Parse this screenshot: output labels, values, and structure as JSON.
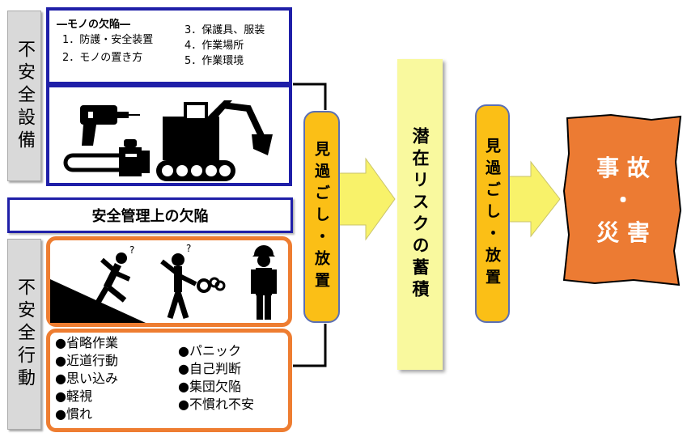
{
  "unsafe_equipment": {
    "label": "不安全設備"
  },
  "object_defects": {
    "title": "―モノの欠陥―",
    "items": [
      "1．防護・安全装置",
      "2．モノの置き方",
      "3．保護具、服装",
      "4．作業場所",
      "5．作業環境"
    ]
  },
  "equipment_icons": [
    "drill-icon",
    "chainsaw-icon",
    "excavator-icon"
  ],
  "management_defect": "安全管理上の欠陥",
  "unsafe_behavior": {
    "label": "不安全行動"
  },
  "behavior_icons": [
    "slipping-person-icon",
    "person-with-gears-icon",
    "helmeted-worker-icon"
  ],
  "behavior_items_left": [
    "●省略作業",
    "●近道行動",
    "●思い込み",
    "●軽視",
    "●慣れ"
  ],
  "behavior_items_right": [
    "●パニック",
    "●自己判断",
    "●集団欠陥",
    "●不慣れ不安"
  ],
  "overlook_1": "見過ごし・放置",
  "latent_risk": "潜在リスクの蓄積",
  "overlook_2": "見過ごし・放置",
  "accident": {
    "line1": "事 故",
    "line2": "・",
    "line3": "災 害"
  },
  "colors": {
    "blue": "#1f1fa8",
    "orange": "#ee7d31",
    "pill": "#fbbf16",
    "tall": "#f9f99e",
    "accident": "#ec7b33",
    "arrow": "#f8f26a"
  }
}
